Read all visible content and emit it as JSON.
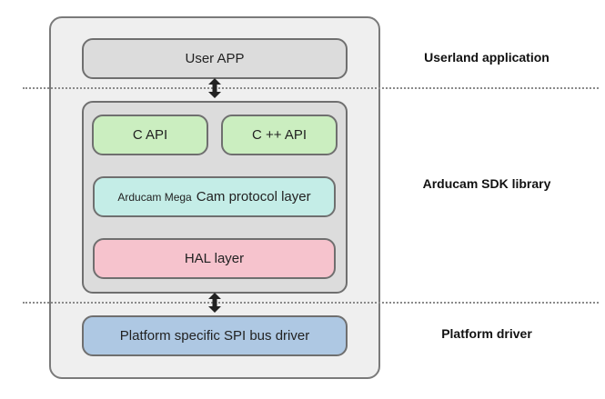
{
  "diagram": {
    "title": "Arducam SDK architecture",
    "blocks": {
      "user_app": "User APP",
      "c_api": "C API",
      "cpp_api": "C ++ API",
      "protocol_prefix": "Arducam Mega",
      "protocol_main": "Cam protocol layer",
      "hal": "HAL layer",
      "spi_driver": "Platform specific SPI bus driver"
    },
    "layer_labels": {
      "userland": "Userland application",
      "sdk": "Arducam SDK library",
      "platform": "Platform driver"
    },
    "colors": {
      "outer_bg": "#efefef",
      "container_gray": "#dcdcdc",
      "api_green": "#cbeec0",
      "protocol_cyan": "#c4ede7",
      "hal_pink": "#f6c3cd",
      "driver_blue": "#aec8e3",
      "border": "#6f6f6f"
    },
    "icons": {
      "connector": "double-headed-vertical-arrow"
    }
  }
}
